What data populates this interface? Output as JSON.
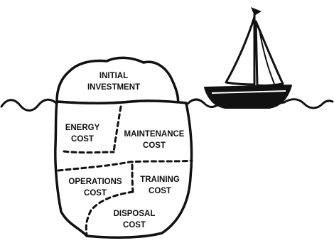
{
  "iceberg": {
    "top": {
      "line1": "INITIAL",
      "line2": "INVESTMENT"
    },
    "sections": {
      "energy": {
        "line1": "ENERGY",
        "line2": "COST"
      },
      "maintenance": {
        "line1": "MAINTENANCE",
        "line2": "COST"
      },
      "operations": {
        "line1": "OPERATIONS",
        "line2": "COST"
      },
      "training": {
        "line1": "TRAINING",
        "line2": "COST"
      },
      "disposal": {
        "line1": "DISPOSAL",
        "line2": "COST"
      }
    }
  },
  "icons": {
    "boat": "sailboat-icon",
    "water": "water-line"
  },
  "colors": {
    "ink": "#111111",
    "background": "#ffffff",
    "boat_hull": "#111111"
  }
}
